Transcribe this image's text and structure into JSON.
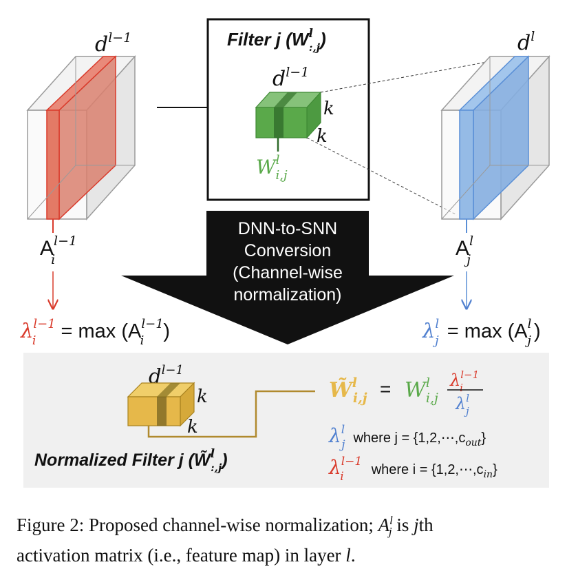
{
  "colors": {
    "red": "#d93a2b",
    "blue": "#4f7fcf",
    "green": "#5aa94a",
    "gold": "#c9a037",
    "panel": "#f0f0f0",
    "dark": "#111111"
  },
  "filter_box": {
    "title": "Filter j (W",
    "title_sup": "l",
    "title_sub": ":,j",
    "title_close": ")",
    "d_label": "d",
    "d_sup": "l−1",
    "k_label_1": "k",
    "k_label_2": "k",
    "weight": "W",
    "weight_sup": "l",
    "weight_sub": "i,j"
  },
  "left_map": {
    "d_label": "d",
    "d_sup": "l−1",
    "a_label": "A",
    "a_sup": "l−1",
    "a_sub": "i"
  },
  "right_map": {
    "d_label": "d",
    "d_sup": "l",
    "a_label": "A",
    "a_sup": "l",
    "a_sub": "j"
  },
  "conversion": {
    "line1": "DNN-to-SNN",
    "line2": "Conversion",
    "line3": "(Channel-wise",
    "line4": "normalization)"
  },
  "lambda_left": {
    "sym": "λ",
    "sup": "l−1",
    "sub": "i",
    "eq": " = max (A",
    "a_sup": "l−1",
    "a_sub": "i",
    "close": ")"
  },
  "lambda_right": {
    "sym": "λ",
    "sup": "l",
    "sub": "j",
    "eq": " = max (A",
    "a_sup": "l",
    "a_sub": "j",
    "close": ")"
  },
  "normalized": {
    "d_label": "d",
    "d_sup": "l−1",
    "k_label_1": "k",
    "k_label_2": "k",
    "title": "Normalized Filter j (W̃",
    "title_sup": "l",
    "title_sub": ":,j",
    "title_close": ")",
    "eq_lhs": "W̃",
    "eq_lhs_sup": "l",
    "eq_lhs_sub": "i,j",
    "eq_equals": "=",
    "eq_w": "W",
    "eq_w_sup": "l",
    "eq_w_sub": "i,j",
    "num_sym": "λ",
    "num_sup": "l−1",
    "num_sub": "i",
    "den_sym": "λ",
    "den_sup": "l",
    "den_sub": "j",
    "where_j_sym": "λ",
    "where_j_sup": "l",
    "where_j_sub": "j",
    "where_j_text": "where j = {1,2,⋯,c",
    "where_j_csub": "out",
    "where_j_close": "}",
    "where_i_sym": "λ",
    "where_i_sup": "l−1",
    "where_i_sub": "i",
    "where_i_text": "where i = {1,2,⋯,c",
    "where_i_csub": "in",
    "where_i_close": "}"
  },
  "caption": {
    "prefix": "Figure 2: Proposed channel-wise normalization; ",
    "a": "A",
    "a_sup": "l",
    "a_sub": "j",
    "mid": " is ",
    "j": "j",
    "th": "th",
    "line2": "activation matrix (i.e., feature map) in layer ",
    "l": "l",
    "end": "."
  }
}
